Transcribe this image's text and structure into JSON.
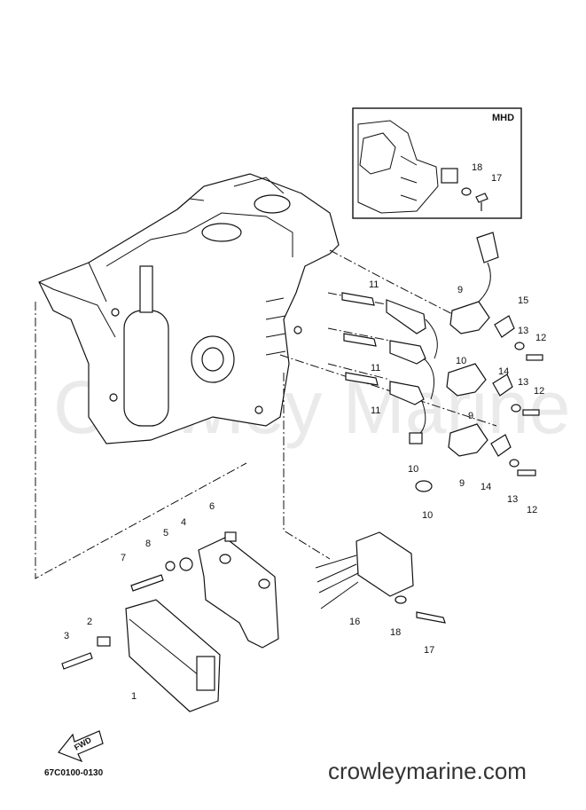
{
  "inset": {
    "label": "MHD"
  },
  "diagram_code": "67C0100-0130",
  "fwd_label": "FWD",
  "website": "crowleymarine.com",
  "watermark": "Crowley Marine",
  "callouts": [
    "1",
    "2",
    "3",
    "4",
    "5",
    "6",
    "7",
    "8",
    "9",
    "9",
    "9",
    "10",
    "10",
    "10",
    "11",
    "11",
    "11",
    "12",
    "12",
    "12",
    "13",
    "13",
    "13",
    "14",
    "14",
    "15",
    "16",
    "17",
    "17",
    "18",
    "18"
  ]
}
